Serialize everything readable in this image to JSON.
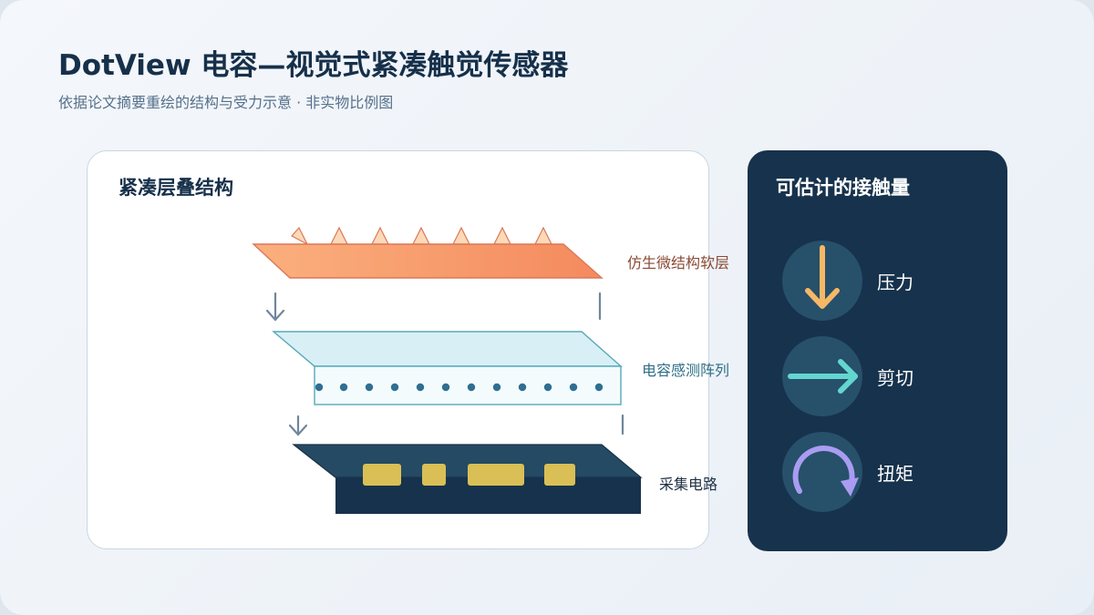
{
  "header": {
    "title": "DotView 电容—视觉式紧凑触觉传感器",
    "subtitle": "依据论文摘要重绘的结构与受力示意 · 非实物比例图"
  },
  "structure_panel": {
    "heading": "紧凑层叠结构",
    "layers": [
      {
        "label": "仿生微结构软层",
        "color": "#8a4a34"
      },
      {
        "label": "电容感测阵列",
        "color": "#2f6f86"
      },
      {
        "label": "采集电路",
        "color": "#1f2f42"
      }
    ]
  },
  "quantities_panel": {
    "heading": "可估计的接触量",
    "items": [
      {
        "label": "压力",
        "icon": "down-arrow-icon",
        "color": "#f7b866"
      },
      {
        "label": "剪切",
        "icon": "right-arrow-icon",
        "color": "#63d6d0"
      },
      {
        "label": "扭矩",
        "icon": "rotation-arrow-icon",
        "color": "#a99cf2"
      }
    ]
  },
  "colors": {
    "dark_navy": "#17324c",
    "soft_layer": "#f79a6a",
    "cap_layer": "#d8f0f5",
    "chip": "#d9bf55"
  }
}
